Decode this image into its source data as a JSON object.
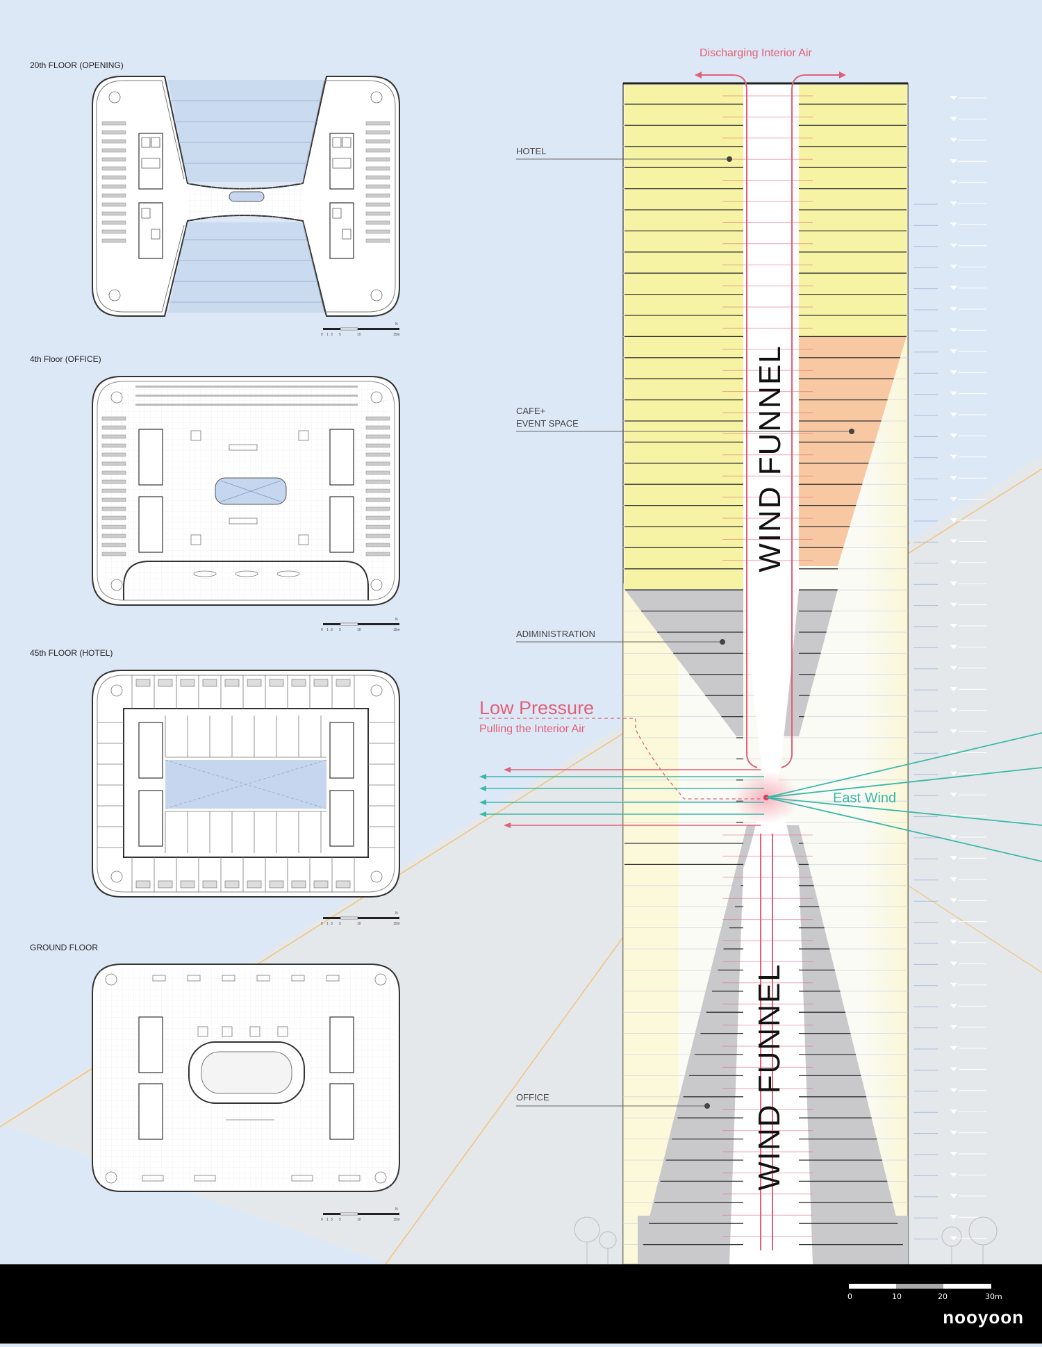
{
  "plans": {
    "floor20": {
      "title": "20th FLOOR (OPENING)"
    },
    "floor4": {
      "title": "4th Floor (OFFICE)"
    },
    "floor45": {
      "title": "45th FLOOR (HOTEL)"
    },
    "ground": {
      "title": "GROUND FLOOR"
    },
    "plan_scale_ticks": [
      "0",
      "1",
      "3",
      "5",
      "10",
      "15m"
    ],
    "north_label": "N"
  },
  "section": {
    "discharging_label": "Discharging Interior Air",
    "hotel_label": "HOTEL",
    "cafe_label_line1": "CAFE+",
    "cafe_label_line2": "EVENT SPACE",
    "administration_label": "ADIMINISTRATION",
    "office_label": "OFFICE",
    "low_pressure_label": "Low Pressure",
    "pulling_label": "Pulling the Interior Air",
    "east_wind_label": "East Wind",
    "funnel_upper": "WIND FUNNEL",
    "funnel_lower": "WIND FUNNEL"
  },
  "footer": {
    "scale_ticks": [
      "0",
      "10",
      "20",
      "30m"
    ],
    "brand": "nooyoon"
  },
  "colors": {
    "background": "#dde8f6",
    "hotel": "#f7f3a4",
    "cafe": "#f8c8a2",
    "admin_office": "#c9c9cc",
    "wind_arrows": "#e06078",
    "east_wind": "#3ab8a8",
    "sun_lines": "#f2c27a",
    "footer": "#000000"
  }
}
